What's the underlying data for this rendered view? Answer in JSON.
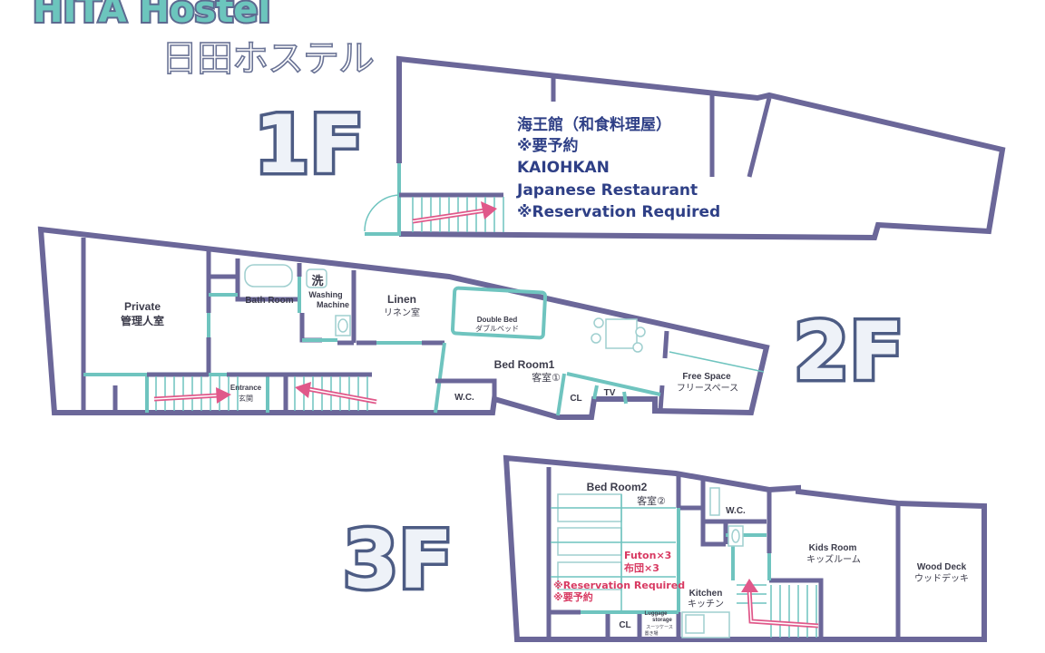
{
  "logo": {
    "title": "HITA Hostel",
    "subtitle": "日田ホステル"
  },
  "colors": {
    "wall": "#6b6799",
    "partition": "#6fc4bf",
    "arrow": "#e0588a",
    "restaurant_text": "#2e3f86",
    "reservation_text": "#d83a62"
  },
  "floors": {
    "f1": {
      "label": "1F",
      "restaurant": {
        "line1": "海王館（和食料理屋）",
        "line2": "※要予約",
        "line3": "KAIOHKAN",
        "line4": "Japanese Restaurant",
        "line5": "※Reservation Required"
      }
    },
    "f2": {
      "label": "2F",
      "private": {
        "en": "Private",
        "jp": "管理人室"
      },
      "bath": {
        "en": "Bath Room"
      },
      "washing": {
        "icon": "洗",
        "en1": "Washing",
        "en2": "Machine"
      },
      "linen": {
        "en": "Linen",
        "jp": "リネン室"
      },
      "entrance": {
        "en": "Entrance",
        "jp": "玄関"
      },
      "double_bed": {
        "en": "Double Bed",
        "jp": "ダブルベッド"
      },
      "bedroom1": {
        "en": "Bed Room1",
        "jp": "客室①"
      },
      "wc": "W.C.",
      "cl": "CL",
      "tv": "TV",
      "free_space": {
        "en": "Free Space",
        "jp": "フリースペース"
      }
    },
    "f3": {
      "label": "3F",
      "bedroom2": {
        "en": "Bed Room2",
        "jp": "客室②"
      },
      "futon": {
        "en": "Futon×3",
        "jp": "布団×3"
      },
      "reservation": {
        "en": "※Reservation Required",
        "jp": "※要予約"
      },
      "wc": "W.C.",
      "cl": "CL",
      "luggage": {
        "en1": "Luggage",
        "en2": "storage",
        "jp1": "スーツケース",
        "jp2": "置き場"
      },
      "kitchen": {
        "en": "Kitchen",
        "jp": "キッチン"
      },
      "kids": {
        "en": "Kids Room",
        "jp": "キッズルーム"
      },
      "deck": {
        "en": "Wood Deck",
        "jp": "ウッドデッキ"
      }
    }
  }
}
